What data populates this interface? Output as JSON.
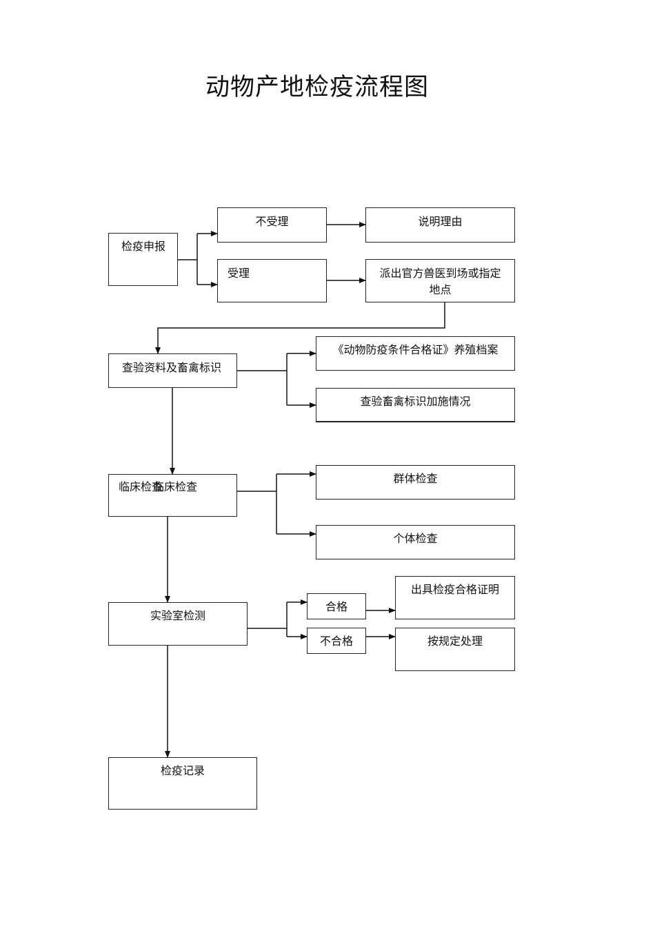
{
  "title": "动物产地检疫流程图",
  "nodes": {
    "apply": "检疫申报",
    "reject": "不受理",
    "reject_reason": "说明理由",
    "accept": "受理",
    "dispatch": "派出官方兽医到场或指定地点",
    "check_docs": "查验资料及畜禽标识",
    "archive": "《动物防疫条件合格证》养殖档案",
    "check_tags": "查验畜禽标识加施情况",
    "clinical": "临床检查",
    "clinical_overlap": "临床检查",
    "group_check": "群体检查",
    "individual_check": "个体检查",
    "lab_test": "实验室检测",
    "pass": "合格",
    "fail": "不合格",
    "certificate": "出具检疫合格证明",
    "dispose": "按规定处理",
    "record": "检疫记录"
  }
}
